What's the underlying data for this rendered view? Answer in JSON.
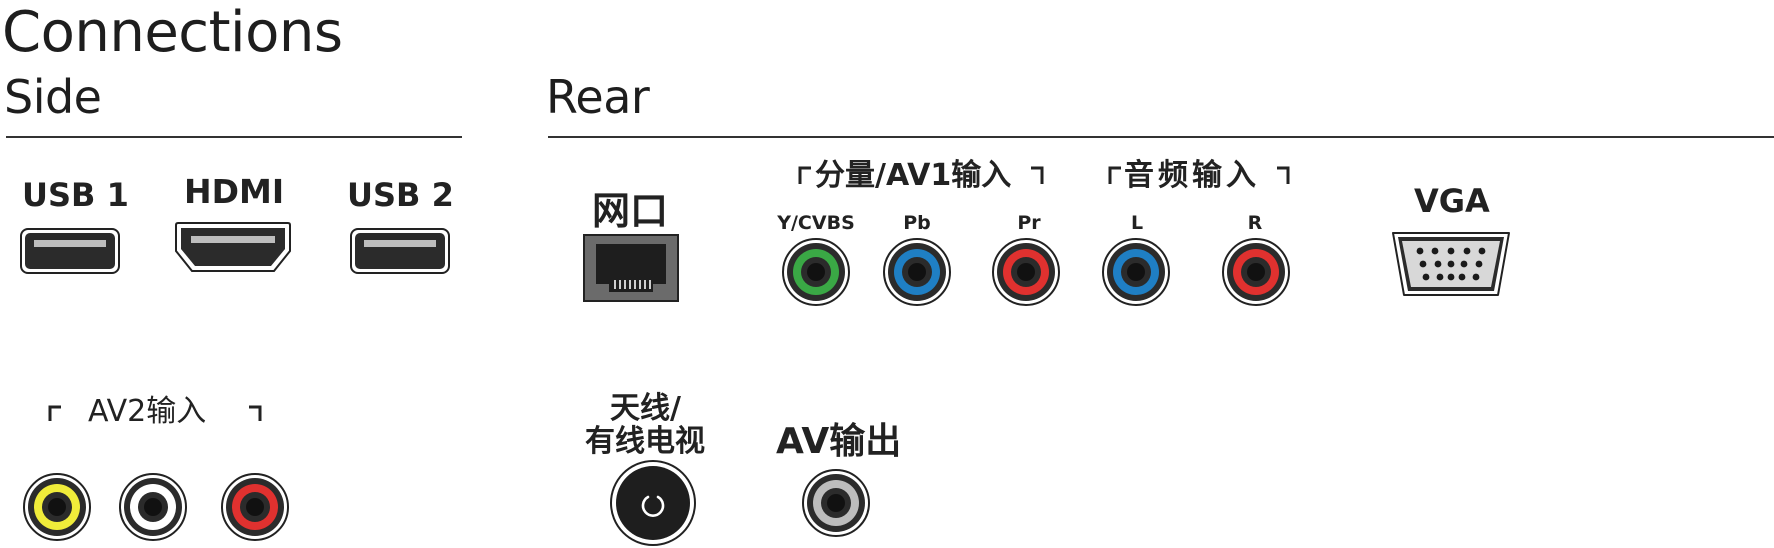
{
  "title": "Connections",
  "side": {
    "heading": "Side",
    "usb1": "USB 1",
    "hdmi": "HDMI",
    "usb2": "USB 2",
    "av2_group": "AV2输入"
  },
  "rear": {
    "heading": "Rear",
    "lan": "网口",
    "component_group": "分量/AV1输入",
    "audio_group": "音频输入",
    "y_cvbs": "Y/CVBS",
    "pb": "Pb",
    "pr": "Pr",
    "left": "L",
    "right": "R",
    "vga": "VGA",
    "antenna_line1": "天线/",
    "antenna_line2": "有线电视",
    "av_out": "AV输出"
  },
  "colors": {
    "green": "#3aa845",
    "blue": "#1f7fc4",
    "red": "#e0312f",
    "yellow": "#f0ec3a",
    "white": "#ffffff",
    "grey": "#bdbdbd"
  }
}
